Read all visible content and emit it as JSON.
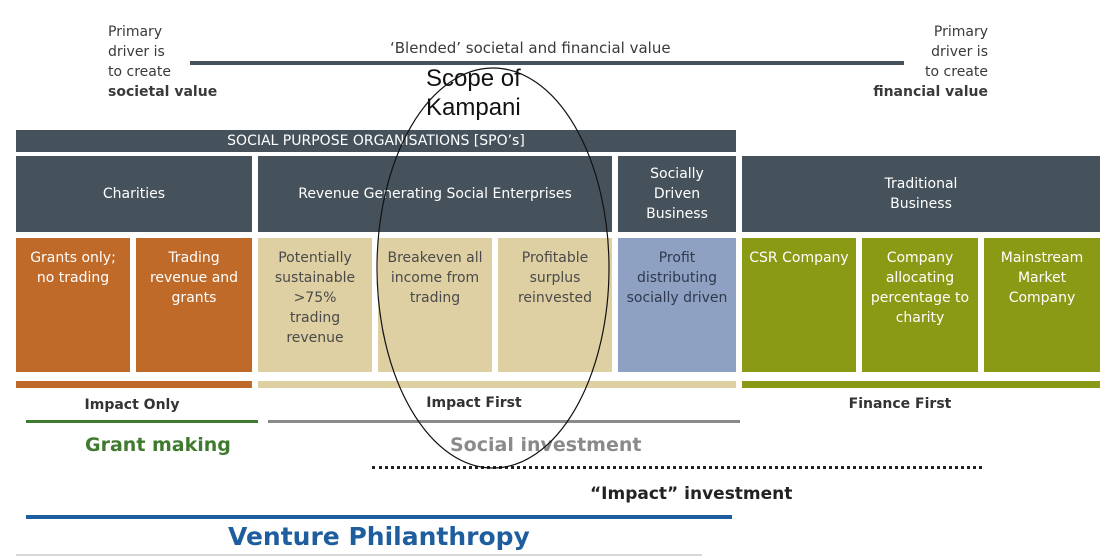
{
  "top": {
    "left_driver": [
      "Primary",
      "driver is",
      "to create"
    ],
    "left_driver_bold": "societal value",
    "center_label": "‘Blended’ societal and financial value",
    "right_driver": [
      "Primary",
      "driver is",
      "to create"
    ],
    "right_driver_bold": "financial value",
    "scope_label_1": "Scope of",
    "scope_label_2": "Kampani"
  },
  "spo_header": "SOCIAL PURPOSE ORGANISATIONS [SPO’s]",
  "categories": {
    "charities": "Charities",
    "rgse": "Revenue Generating Social Enterprises",
    "sdb": [
      "Socially",
      "Driven",
      "Business"
    ],
    "traditional": [
      "Traditional",
      "Business"
    ]
  },
  "subtypes": [
    [
      "Grants only;",
      "no trading"
    ],
    [
      "Trading",
      "revenue and",
      "grants"
    ],
    [
      "Potentially",
      "sustainable",
      ">75%",
      "trading",
      "revenue"
    ],
    [
      "Breakeven all",
      "income from",
      "trading"
    ],
    [
      "Profitable",
      "surplus",
      "reinvested"
    ],
    [
      "Profit",
      "distributing",
      "socially driven"
    ],
    [
      "CSR Company"
    ],
    [
      "Company",
      "allocating",
      "percentage to",
      "charity"
    ],
    [
      "Mainstream",
      "Market",
      "Company"
    ]
  ],
  "impact_labels": {
    "impact_only": "Impact Only",
    "impact_first": "Impact First",
    "finance_first": "Finance First"
  },
  "investment": {
    "grant_making": "Grant making",
    "social_investment": "Social investment",
    "impact_investment": "“Impact” investment",
    "venture_philanthropy": "Venture Philanthropy"
  },
  "colors": {
    "header_gray": "#46525b",
    "orange": "#c06a2a",
    "tan": "#ded0a3",
    "blue": "#8ea1c2",
    "green": "#8a9a14",
    "grant_green": "#3f7a2f",
    "vp_blue": "#1f5e9e"
  }
}
